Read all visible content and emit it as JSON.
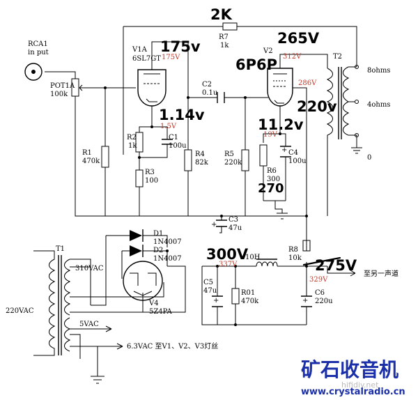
{
  "input": {
    "name": "RCA1",
    "sub": "in put"
  },
  "pot": {
    "name": "POT1A",
    "value": "100k"
  },
  "v1": {
    "name": "V1A",
    "type": "6SL7GT",
    "v_plate": "175V",
    "v_cath": "1.5V",
    "hw_plate": "175v",
    "hw_cath": "1.14v"
  },
  "v2": {
    "name": "V2",
    "v_plate": "312V",
    "v_screen": "286V",
    "v_cath": "19V",
    "hw_plate": "265V",
    "hw_type": "6P6P",
    "hw_screen": "220v",
    "hw_cath": "11.2v",
    "hw_r6": "270"
  },
  "r1": {
    "name": "R1",
    "value": "470k"
  },
  "r2": {
    "name": "R2",
    "value": "1k"
  },
  "r3": {
    "name": "R3",
    "value": "100"
  },
  "r4": {
    "name": "R4",
    "value": "82k"
  },
  "r5": {
    "name": "R5",
    "value": "220k"
  },
  "r6": {
    "name": "R6",
    "value": "300"
  },
  "r7": {
    "name": "R7",
    "value": "1k",
    "hw": "2K"
  },
  "r8": {
    "name": "R8",
    "value": "10k"
  },
  "r01": {
    "name": "R01",
    "value": "470k"
  },
  "c1": {
    "name": "C1",
    "value": "100u"
  },
  "c2": {
    "name": "C2",
    "value": "0.1u"
  },
  "c3": {
    "name": "C3",
    "value": "47u"
  },
  "c4": {
    "name": "C4",
    "value": "100u"
  },
  "c5": {
    "name": "C5",
    "value": "47u"
  },
  "c6": {
    "name": "C6",
    "value": "220u"
  },
  "t2": {
    "name": "T2",
    "tap1": "8ohms",
    "tap2": "4ohms",
    "tap3": "0"
  },
  "d1": {
    "name": "D1",
    "type": "1N4007"
  },
  "d2": {
    "name": "D2",
    "type": "1N4007"
  },
  "t1": {
    "name": "T1",
    "primary": "220VAC",
    "hv": "310VAC",
    "fil5": "5VAC",
    "fil63": "6.3VAC 至V1、V2、V3灯丝"
  },
  "v4": {
    "name": "V4",
    "type": "5Z4PA"
  },
  "choke": {
    "value": "10H"
  },
  "supply": {
    "v_c5": "337V",
    "v_c6": "329V",
    "hw_c5": "300V",
    "hw_c6": "275V",
    "to_other": "至另一声道"
  },
  "watermark": {
    "logo": "矿石收音机",
    "url1": "www.crystalradio.cn",
    "url2": "hifidiy.net"
  }
}
